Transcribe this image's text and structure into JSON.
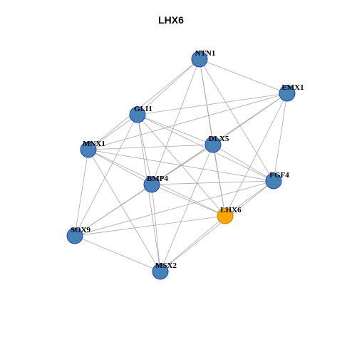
{
  "title": "LHX6",
  "colors": {
    "node_fill": "#4682b4",
    "node_stroke": "#1f3fcf",
    "highlight_fill": "#ffa500",
    "highlight_stroke": "#c98400",
    "edge": "#aaaaaa"
  },
  "nodes": [
    {
      "id": "NTN1",
      "label": "NTN1",
      "highlight": false
    },
    {
      "id": "EMX1",
      "label": "EMX1",
      "highlight": false
    },
    {
      "id": "GLI1",
      "label": "GLI1",
      "highlight": false
    },
    {
      "id": "MNX1",
      "label": "MNX1",
      "highlight": false
    },
    {
      "id": "DLX5",
      "label": "DLX5",
      "highlight": false
    },
    {
      "id": "FGF4",
      "label": "FGF4",
      "highlight": false
    },
    {
      "id": "BMP4",
      "label": "BMP4",
      "highlight": false
    },
    {
      "id": "LHX6",
      "label": "LHX6",
      "highlight": true
    },
    {
      "id": "SOX9",
      "label": "SOX9",
      "highlight": false
    },
    {
      "id": "MSX2",
      "label": "MSX2",
      "highlight": false
    }
  ],
  "edges": [
    [
      "NTN1",
      "EMX1"
    ],
    [
      "NTN1",
      "GLI1"
    ],
    [
      "NTN1",
      "DLX5"
    ],
    [
      "NTN1",
      "FGF4"
    ],
    [
      "NTN1",
      "BMP4"
    ],
    [
      "NTN1",
      "LHX6"
    ],
    [
      "NTN1",
      "MNX1"
    ],
    [
      "EMX1",
      "GLI1"
    ],
    [
      "EMX1",
      "MNX1"
    ],
    [
      "EMX1",
      "DLX5"
    ],
    [
      "EMX1",
      "FGF4"
    ],
    [
      "EMX1",
      "BMP4"
    ],
    [
      "EMX1",
      "LHX6"
    ],
    [
      "GLI1",
      "MNX1"
    ],
    [
      "GLI1",
      "DLX5"
    ],
    [
      "GLI1",
      "FGF4"
    ],
    [
      "GLI1",
      "BMP4"
    ],
    [
      "GLI1",
      "LHX6"
    ],
    [
      "GLI1",
      "SOX9"
    ],
    [
      "GLI1",
      "MSX2"
    ],
    [
      "MNX1",
      "DLX5"
    ],
    [
      "MNX1",
      "BMP4"
    ],
    [
      "MNX1",
      "FGF4"
    ],
    [
      "MNX1",
      "LHX6"
    ],
    [
      "MNX1",
      "SOX9"
    ],
    [
      "MNX1",
      "MSX2"
    ],
    [
      "DLX5",
      "BMP4"
    ],
    [
      "DLX5",
      "FGF4"
    ],
    [
      "DLX5",
      "LHX6"
    ],
    [
      "DLX5",
      "SOX9"
    ],
    [
      "DLX5",
      "MSX2"
    ],
    [
      "BMP4",
      "FGF4"
    ],
    [
      "BMP4",
      "LHX6"
    ],
    [
      "BMP4",
      "SOX9"
    ],
    [
      "BMP4",
      "MSX2"
    ],
    [
      "FGF4",
      "LHX6"
    ],
    [
      "FGF4",
      "MSX2"
    ],
    [
      "FGF4",
      "SOX9"
    ],
    [
      "LHX6",
      "SOX9"
    ],
    [
      "LHX6",
      "MSX2"
    ],
    [
      "SOX9",
      "MSX2"
    ]
  ]
}
